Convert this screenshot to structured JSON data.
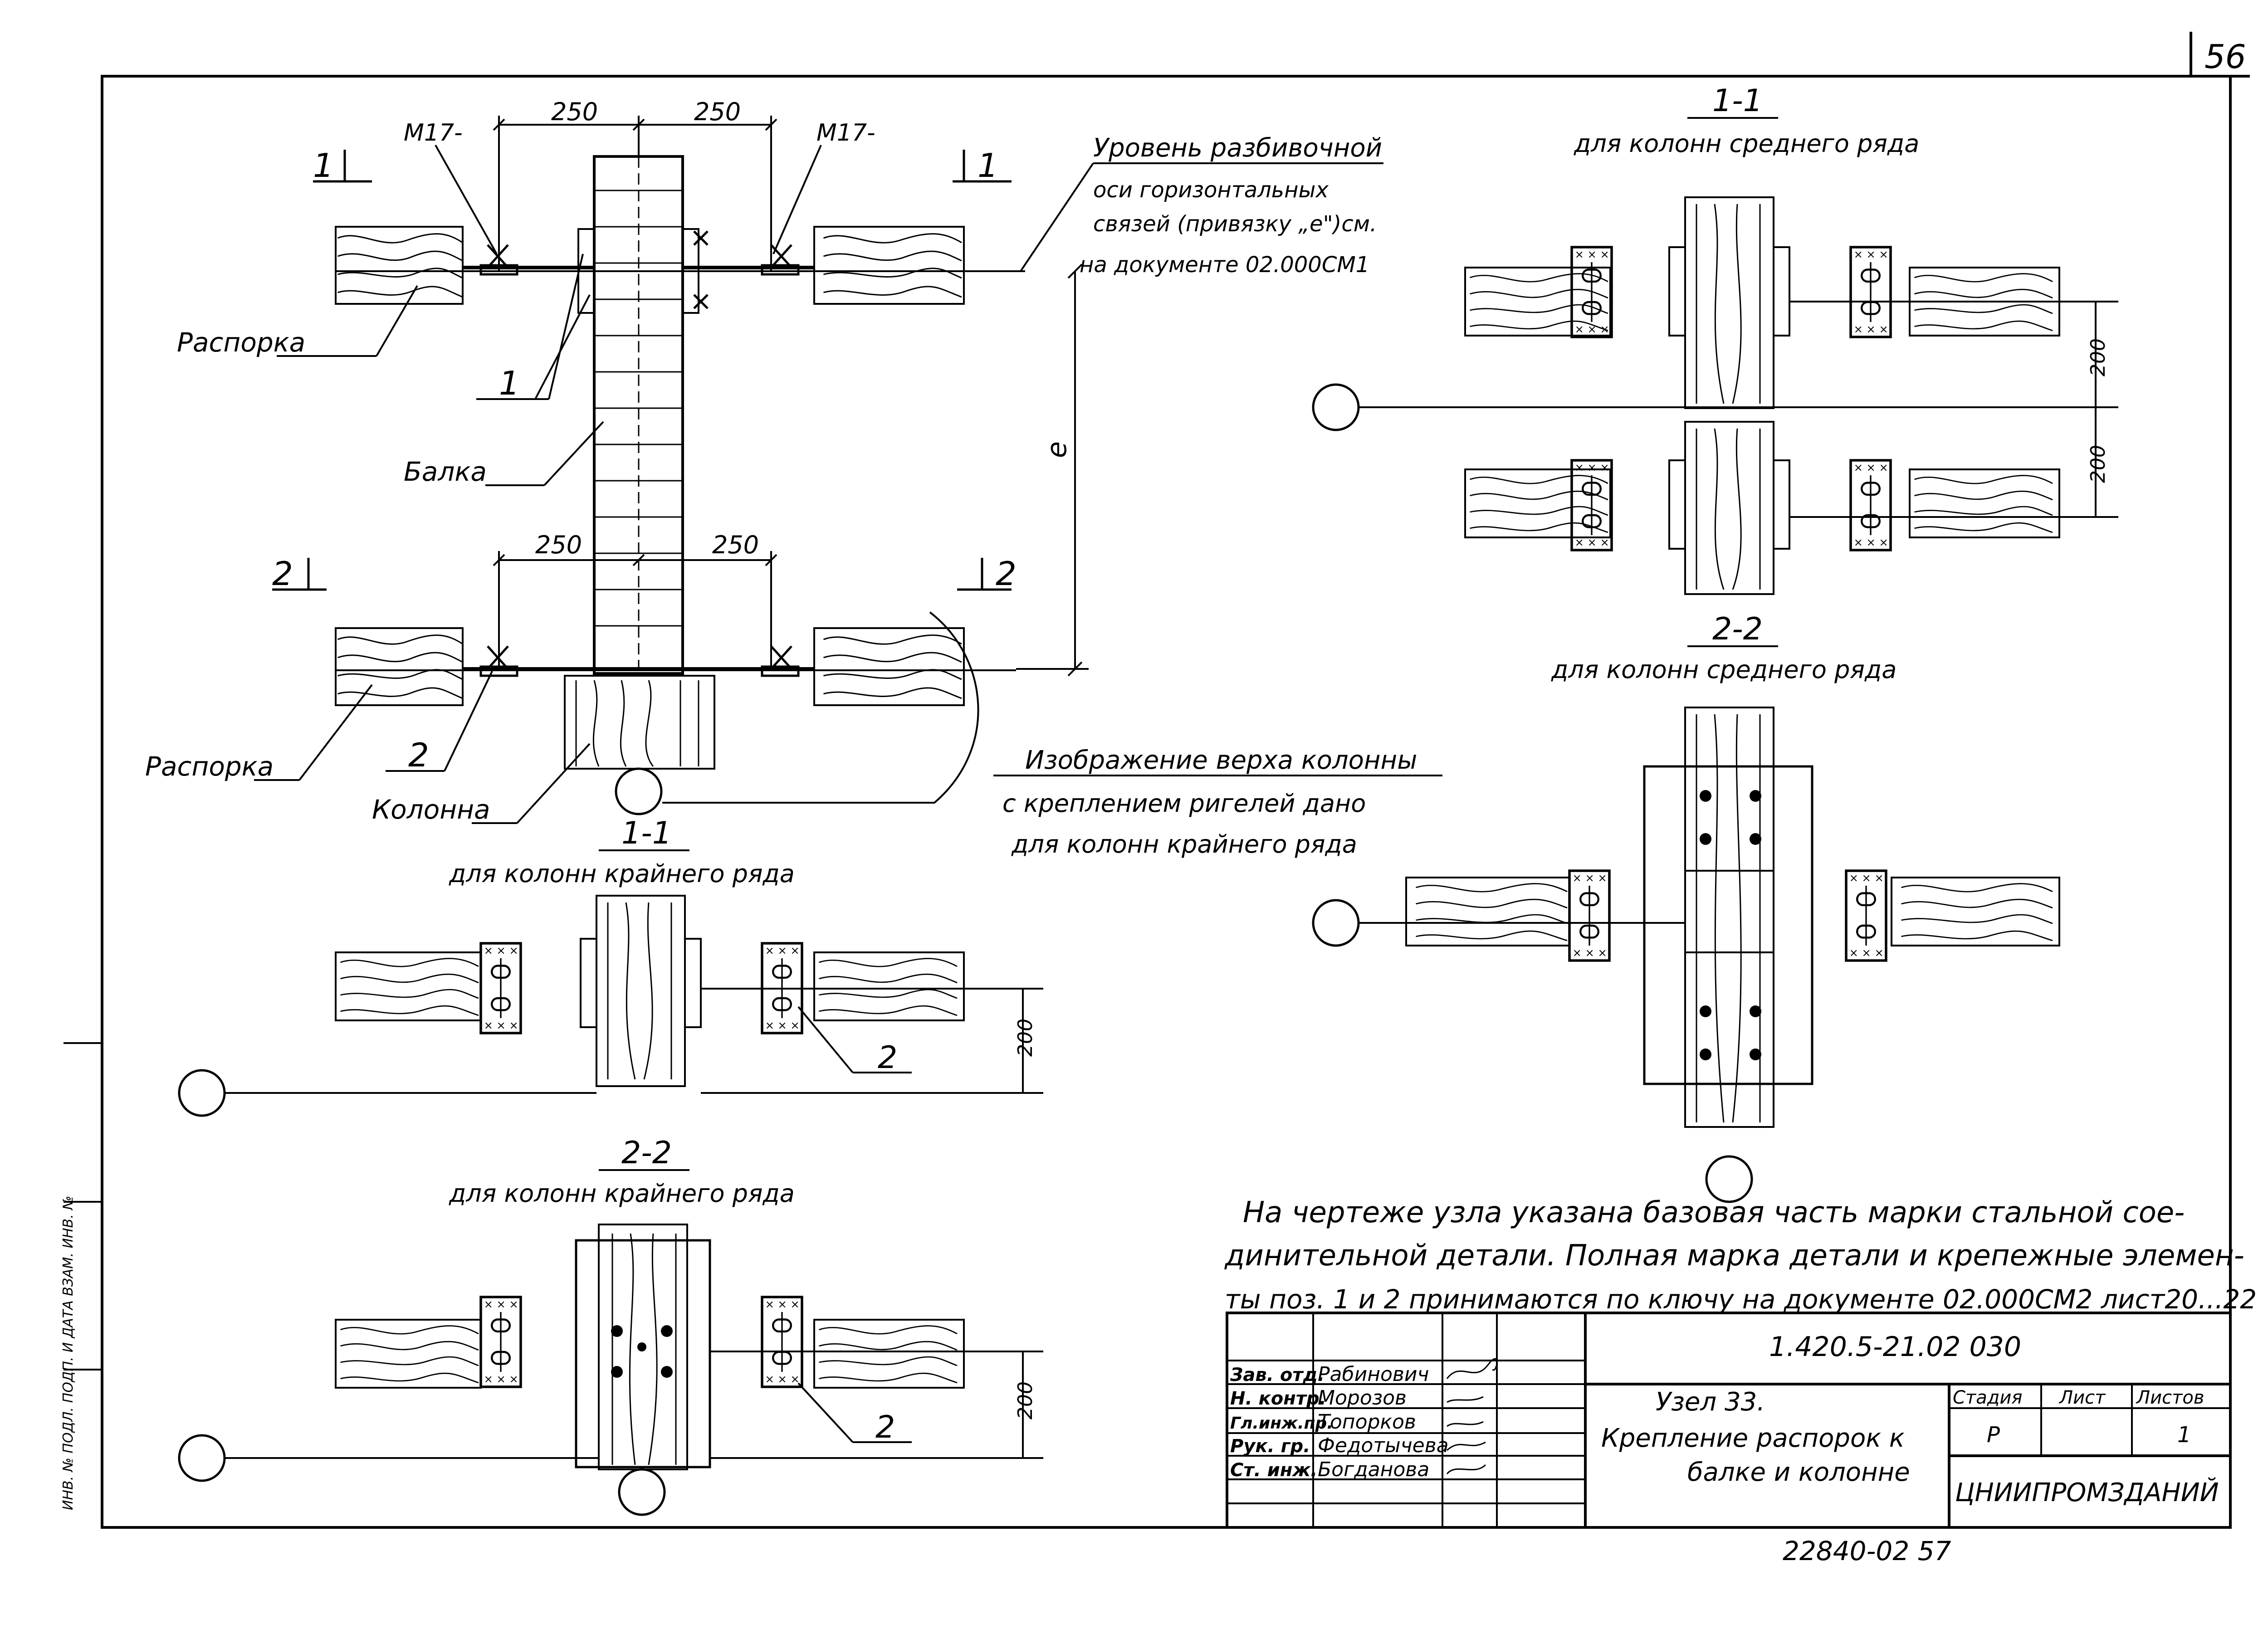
{
  "page_number": "56",
  "dims": {
    "d250": "250",
    "d200": "200",
    "e": "е"
  },
  "plan": {
    "m17_left": "М17-",
    "m17_right": "М17-",
    "sec1": "1",
    "sec2": "2",
    "label_1": "1",
    "label_2": "2",
    "raspor_top": "Распорка",
    "raspor_bottom": "Распорка",
    "balka": "Балка",
    "kolonna": "Колонна",
    "level_note": [
      "Уровень разбивочной",
      "оси горизонтальных",
      "связей (привязку „е\")см.",
      "на документе 02.000СМ1"
    ],
    "top_note": [
      "Изображение верха колонны",
      "с креплением ригелей дано",
      "для колонн крайнего ряда"
    ]
  },
  "views": {
    "v11_edge": {
      "title": "1-1",
      "subtitle": "для колонн крайнего ряда",
      "pos": "2"
    },
    "v22_edge": {
      "title": "2-2",
      "subtitle": "для колонн крайнего ряда",
      "pos": "2"
    },
    "v11_mid": {
      "title": "1-1",
      "subtitle": "для колонн среднего ряда"
    },
    "v22_mid": {
      "title": "2-2",
      "subtitle": "для колонн среднего ряда"
    }
  },
  "note": [
    "На чертеже узла указана базовая часть марки стальной сое-",
    "динительной детали. Полная марка детали и крепежные элемен-",
    "ты поз. 1 и 2 принимаются по ключу на документе 02.000СМ2 лист20...22"
  ],
  "stamp": {
    "code": "1.420.5-21.02 030",
    "title": [
      "Узел 33.",
      "Крепление распорок к",
      "балке и колонне"
    ],
    "org": "ЦНИИПРОМЗДАНИЙ",
    "stage_header": "Стадия",
    "sheet_header": "Лист",
    "sheets_header": "Листов",
    "stage": "Р",
    "sheet": "",
    "sheets": "1",
    "roles": [
      "Зав. отд.",
      "Н. контр.",
      "Гл.инж.пр.",
      "Рук. гр.",
      "Ст. инж."
    ],
    "names": [
      "Рабинович",
      "Морозов",
      "Топорков",
      "Федотычева",
      "Богданова"
    ]
  },
  "bottom_code": "22840-02   57",
  "side_text": "ИНВ. № ПОДЛ.   ПОДП. И ДАТА   ВЗАМ. ИНВ. №"
}
